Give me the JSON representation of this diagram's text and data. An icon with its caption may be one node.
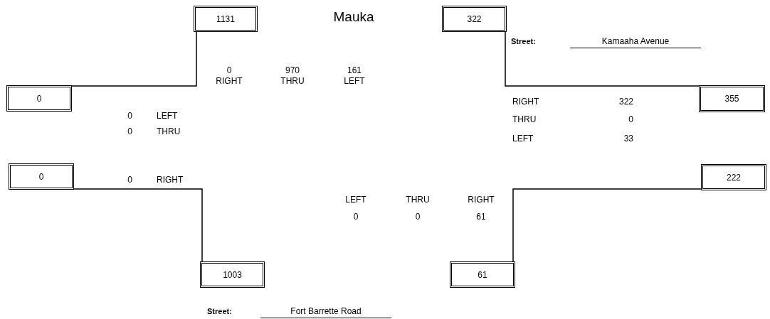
{
  "diagram": {
    "nodes": [
      {
        "text": [
          "1131"
        ]
      },
      {
        "text": [
          "322"
        ]
      },
      {
        "text": [
          "0"
        ]
      },
      {
        "text": [
          "355"
        ]
      },
      {
        "text": [
          "0"
        ]
      },
      {
        "text": [
          "222"
        ]
      },
      {
        "text": [
          "1003"
        ]
      },
      {
        "text": [
          "61"
        ]
      }
    ],
    "edges": [
      {
        "from": 0,
        "to": 2,
        "arrow": "none"
      },
      {
        "from": 1,
        "to": 3,
        "arrow": "none"
      },
      {
        "from": 4,
        "to": 6,
        "arrow": "none"
      },
      {
        "from": 5,
        "to": 7,
        "arrow": "none"
      }
    ],
    "labels": [
      "Mauka",
      "Street:",
      "Kamaaha Avenue",
      "0",
      "970",
      "161",
      "RIGHT",
      "THRU",
      "LEFT",
      "RIGHT",
      "322",
      "THRU",
      "0",
      "LEFT",
      "33",
      "0",
      "LEFT",
      "0",
      "THRU",
      "0",
      "RIGHT",
      "LEFT",
      "THRU",
      "RIGHT",
      "0",
      "0",
      "61",
      "Street:",
      "Fort Barrette Road"
    ]
  }
}
